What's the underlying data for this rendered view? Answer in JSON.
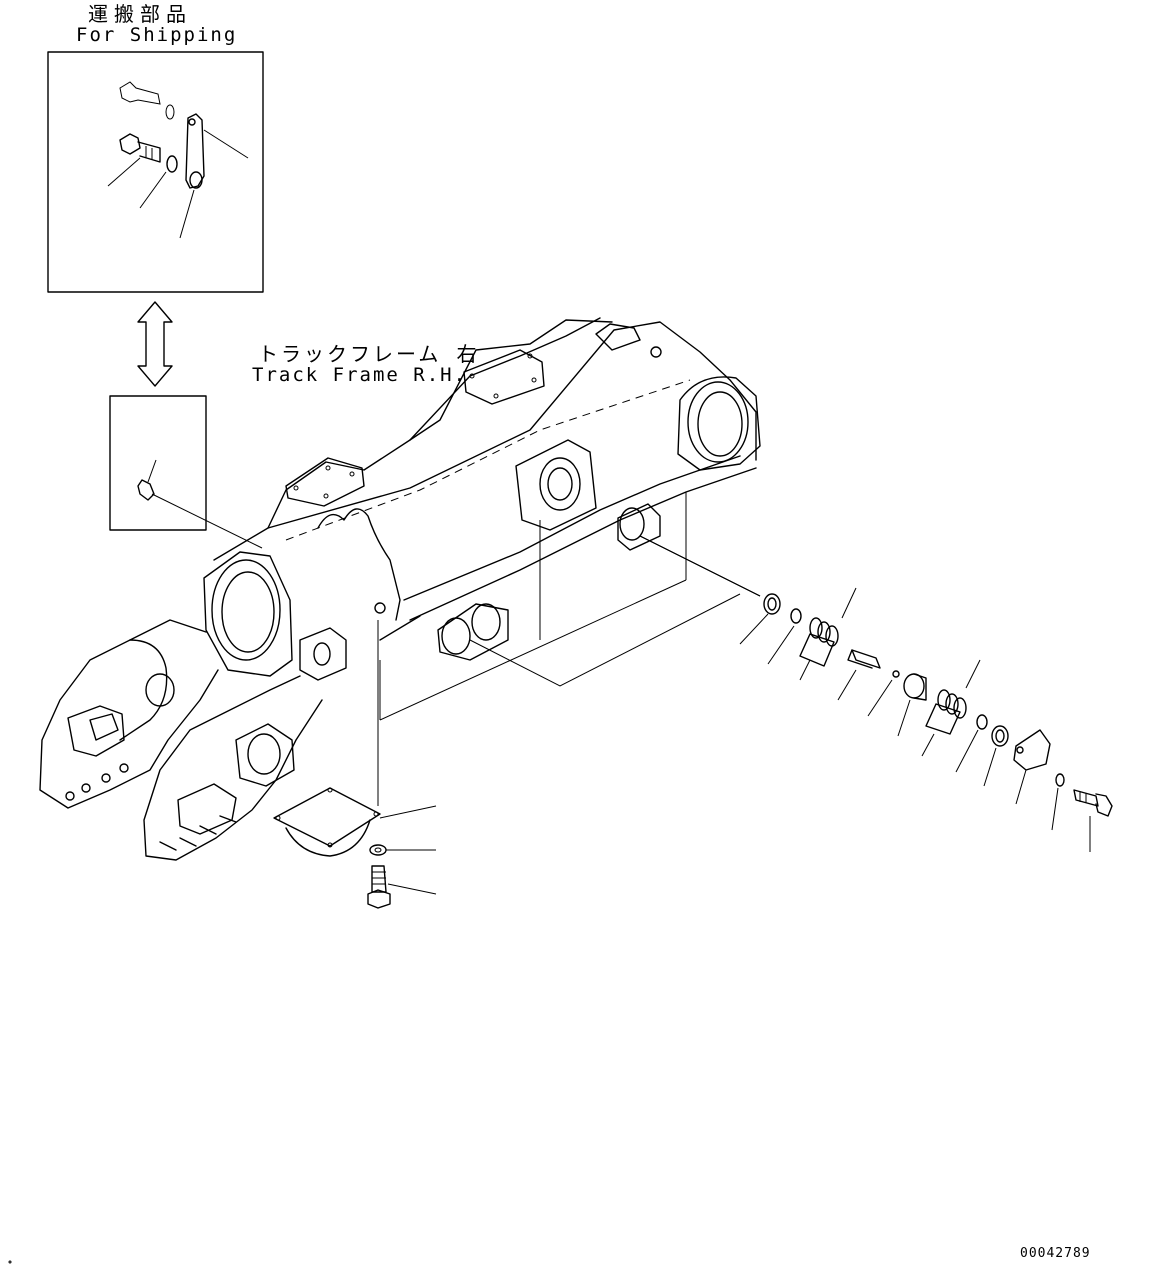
{
  "shipping": {
    "label_jp": "運搬部品",
    "label_en": "For Shipping"
  },
  "frame": {
    "label_jp": "トラックフレーム 右",
    "label_en": "Track Frame R.H."
  },
  "drawing_code": "00042789"
}
